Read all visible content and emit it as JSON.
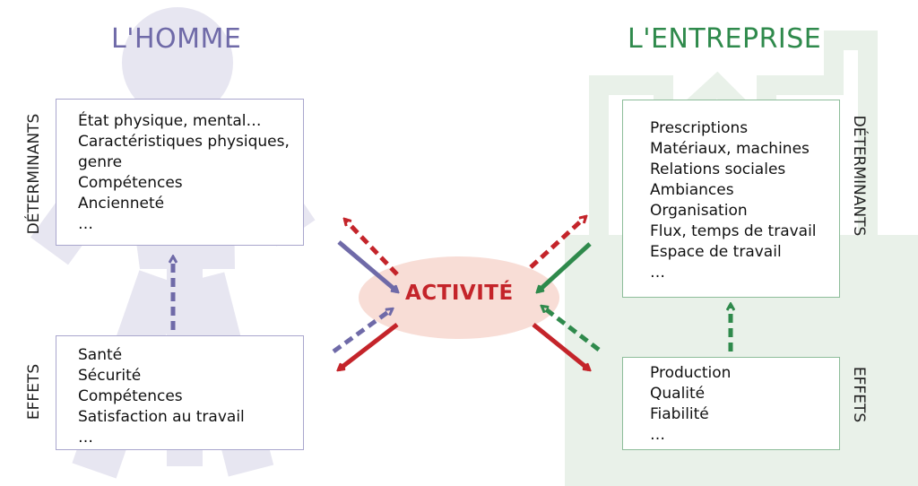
{
  "colors": {
    "person": "#6f6aa8",
    "person_bg": "#e7e6f1",
    "company": "#2f8a4c",
    "company_bg": "#e9f1e9",
    "activity": "#c4242a",
    "activity_bg": "#f8ddd6"
  },
  "left": {
    "title": "L'HOMME",
    "determinants_label": "DÉTERMINANTS",
    "effects_label": "EFFETS",
    "determinants": [
      "État physique, mental…",
      "Caractéristiques physiques,",
      "genre",
      "Compétences",
      "Ancienneté",
      "…"
    ],
    "effects": [
      "Santé",
      "Sécurité",
      "Compétences",
      "Satisfaction au travail",
      "…"
    ]
  },
  "right": {
    "title": "L'ENTREPRISE",
    "determinants_label": "DÉTERMINANTS",
    "effects_label": "EFFETS",
    "determinants": [
      "Prescriptions",
      "Matériaux, machines",
      "Relations sociales",
      "Ambiances",
      "Organisation",
      "Flux, temps de travail",
      "Espace de travail",
      "…"
    ],
    "effects": [
      "Production",
      "Qualité",
      "Fiabilité",
      "…"
    ]
  },
  "center": {
    "label": "ACTIVITÉ"
  },
  "icons": {
    "left_background": "person-silhouette-icon",
    "right_background": "factory-silhouette-icon"
  }
}
